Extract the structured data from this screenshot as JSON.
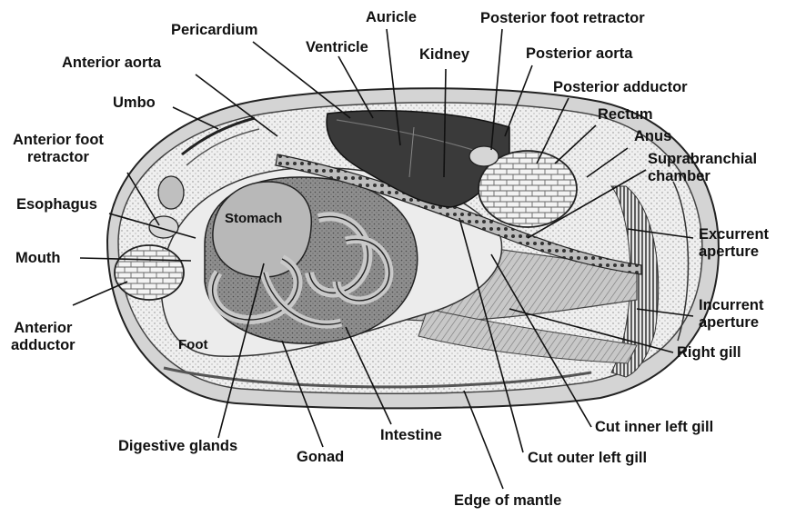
{
  "labels": {
    "pericardium": "Pericardium",
    "auricle": "Auricle",
    "posterior_foot_retractor": "Posterior foot retractor",
    "ventricle": "Ventricle",
    "kidney": "Kidney",
    "posterior_aorta": "Posterior aorta",
    "anterior_aorta": "Anterior aorta",
    "posterior_adductor": "Posterior adductor",
    "umbo": "Umbo",
    "rectum": "Rectum",
    "anus": "Anus",
    "anterior_foot_retractor": [
      "Anterior foot",
      "retractor"
    ],
    "suprabranchial_chamber": [
      "Suprabranchial",
      "chamber"
    ],
    "esophagus": "Esophagus",
    "stomach": "Stomach",
    "excurrent_aperture": [
      "Excurrent",
      "aperture"
    ],
    "mouth": "Mouth",
    "incurrent_aperture": [
      "Incurrent",
      "aperture"
    ],
    "anterior_adductor": [
      "Anterior",
      "adductor"
    ],
    "foot": "Foot",
    "right_gill": "Right gill",
    "cut_inner_left_gill": "Cut inner left gill",
    "intestine": "Intestine",
    "digestive_glands": "Digestive glands",
    "gonad": "Gonad",
    "cut_outer_left_gill": "Cut outer left gill",
    "edge_of_mantle": "Edge of mantle"
  },
  "colors": {
    "shell": "#cfcfcf",
    "mantle": "#e6e6e6",
    "visceral": "#9a9a9a",
    "stomach": "#b5b5b5",
    "heart": "#3a3a3a",
    "gill": "#8c8c8c",
    "line": "#111111"
  }
}
